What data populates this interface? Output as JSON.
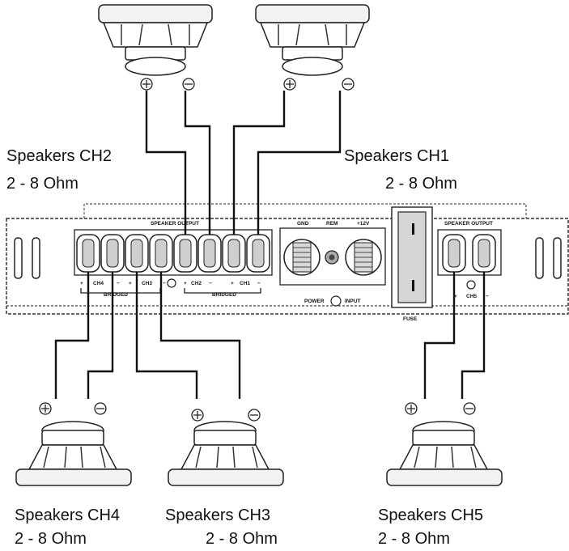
{
  "speaker_groups": [
    {
      "name": "Speakers CH2",
      "ohm": "2 - 8 Ohm"
    },
    {
      "name": "Speakers CH1",
      "ohm": "2 - 8 Ohm"
    },
    {
      "name": "Speakers CH4",
      "ohm": "2 - 8 Ohm"
    },
    {
      "name": "Speakers CH3",
      "ohm": "2 - 8 Ohm"
    },
    {
      "name": "Speakers CH5",
      "ohm": "2 - 8 Ohm"
    }
  ],
  "amp": {
    "speaker_output_left": "SPEAKER OUTPUT",
    "speaker_output_right": "SPEAKER OUTPUT",
    "power_labels": [
      "GND",
      "REM",
      "+12V"
    ],
    "channels_left": [
      "CH4",
      "CH3",
      "CH2",
      "CH1"
    ],
    "channel_right": "CH5",
    "bridged": "BRIDGED",
    "power": "POWER",
    "input": "INPUT",
    "fuse": "FUSE",
    "plus": "+",
    "minus": "−"
  }
}
